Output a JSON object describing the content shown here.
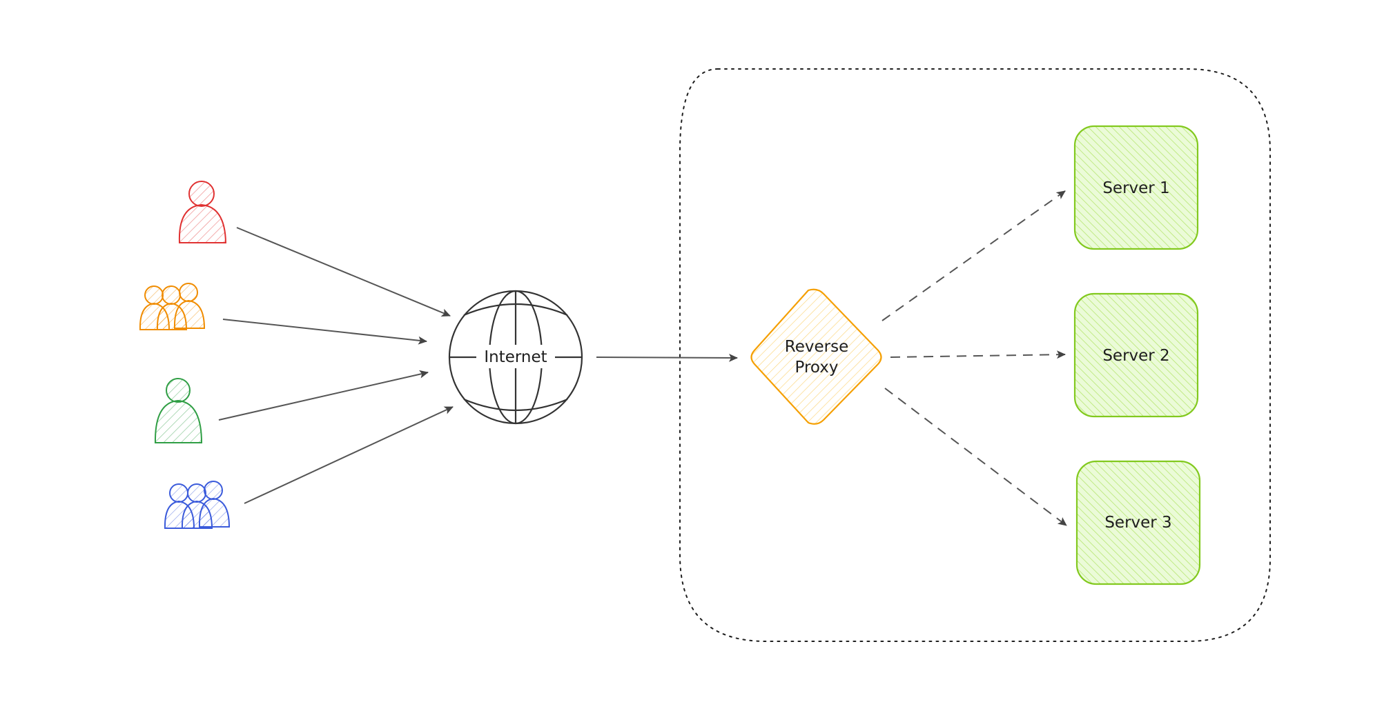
{
  "diagram": {
    "internet_label": "Internet",
    "proxy_label_line1": "Reverse",
    "proxy_label_line2": "Proxy",
    "servers": [
      "Server 1",
      "Server 2",
      "Server 3"
    ]
  },
  "colors": {
    "user_red": "#e03131",
    "user_group_orange": "#f08c00",
    "user_green": "#2f9e44",
    "user_group_blue": "#3b5bdb",
    "proxy": "#f59f00",
    "server": "#66a80f",
    "server_fill": "#d8f5a2",
    "stroke": "#1e1e1e"
  }
}
